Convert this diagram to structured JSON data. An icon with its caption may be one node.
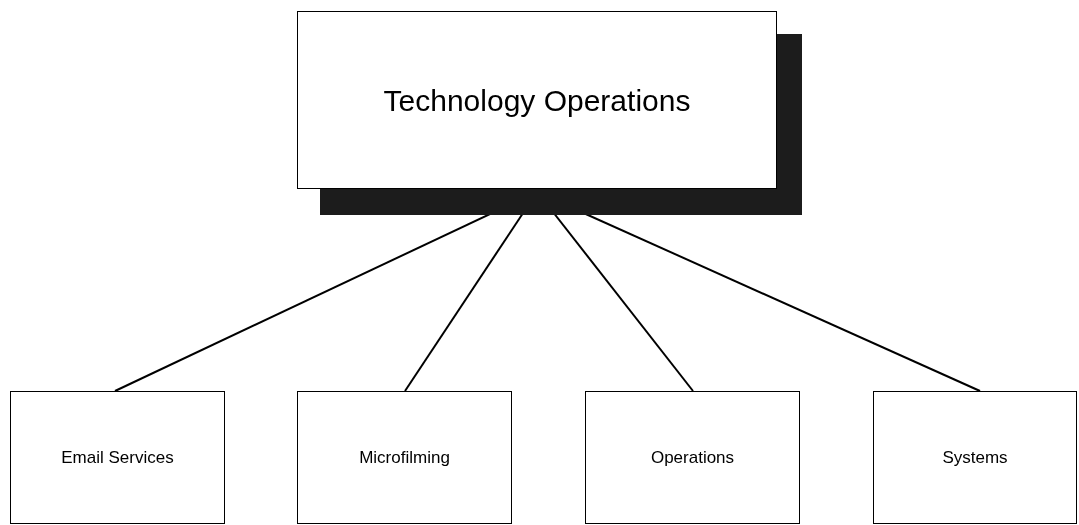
{
  "diagram": {
    "nodes": [
      {
        "text": [
          "Technology Operations"
        ]
      },
      {
        "text": [
          "Email Services"
        ]
      },
      {
        "text": [
          "Microfilming"
        ]
      },
      {
        "text": [
          "Operations"
        ]
      },
      {
        "text": [
          "Systems"
        ]
      }
    ],
    "edges": [
      {
        "from": 0,
        "to": 1,
        "arrow": "none"
      },
      {
        "from": 0,
        "to": 2,
        "arrow": "none"
      },
      {
        "from": 0,
        "to": 3,
        "arrow": "none"
      },
      {
        "from": 0,
        "to": 4,
        "arrow": "none"
      }
    ]
  }
}
